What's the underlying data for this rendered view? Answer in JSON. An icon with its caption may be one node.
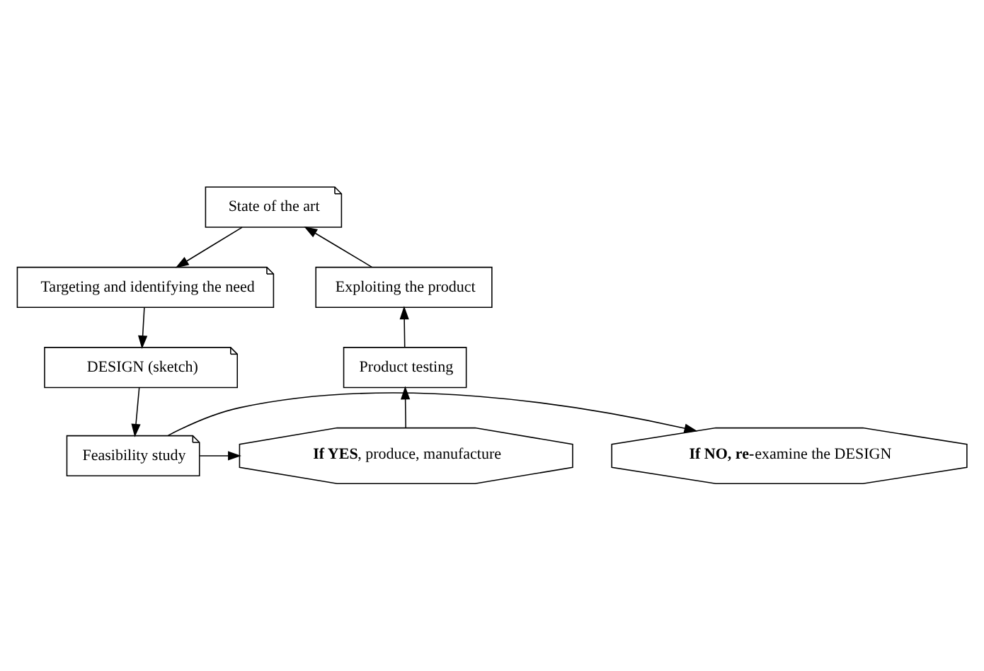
{
  "diagram": {
    "nodes": [
      {
        "text": [
          "State of the art"
        ]
      },
      {
        "text": [
          "Targeting and identifying the need"
        ]
      },
      {
        "text": [
          "DESIGN (sketch)"
        ]
      },
      {
        "text": [
          "Feasibility study"
        ]
      },
      {
        "text": [
          "**If NO, re-**examine the DESIGN"
        ]
      },
      {
        "text": [
          "**If YES**, produce, manufacture"
        ]
      },
      {
        "text": [
          "Product testing"
        ]
      },
      {
        "text": [
          "Exploiting the product"
        ]
      }
    ],
    "edges": [
      {
        "from": 0,
        "to": 1,
        "arrow": "to"
      },
      {
        "from": 1,
        "to": 2,
        "arrow": "to"
      },
      {
        "from": 2,
        "to": 3,
        "arrow": "to"
      },
      {
        "from": 3,
        "to": 4,
        "arrow": "to"
      },
      {
        "from": 3,
        "to": 5,
        "arrow": "to"
      },
      {
        "from": 5,
        "to": 6,
        "arrow": "to"
      },
      {
        "from": 6,
        "to": 7,
        "arrow": "to"
      },
      {
        "from": 7,
        "to": 0,
        "arrow": "to"
      }
    ]
  }
}
